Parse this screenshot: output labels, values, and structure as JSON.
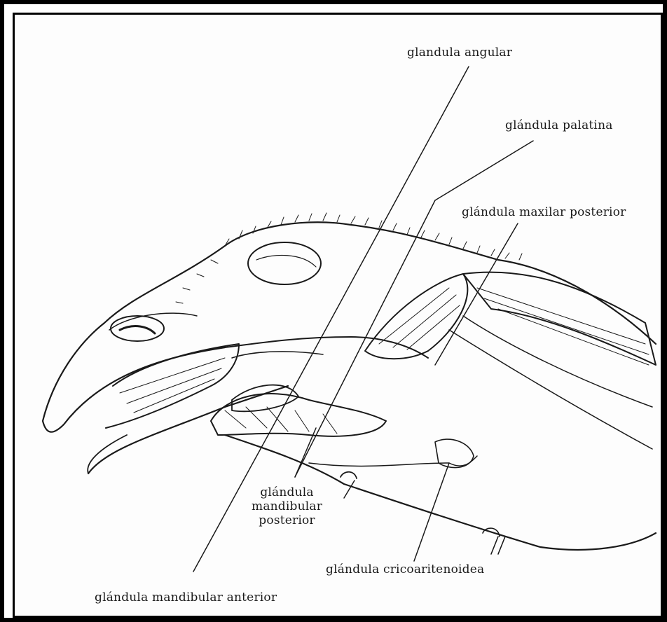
{
  "labels": {
    "angular": "glandula angular",
    "palatina": "glándula palatina",
    "maxilar_posterior": "glándula maxilar posterior",
    "mandibular_posterior_1": "glándula",
    "mandibular_posterior_2": "mandibular",
    "mandibular_posterior_3": "posterior",
    "cricoaritenoidea": "glándula cricoaritenoidea",
    "mandibular_anterior": "glándula mandibular anterior"
  },
  "colors": {
    "border": "#000000",
    "ink": "#1a1a1a",
    "background": "#ffffff"
  }
}
